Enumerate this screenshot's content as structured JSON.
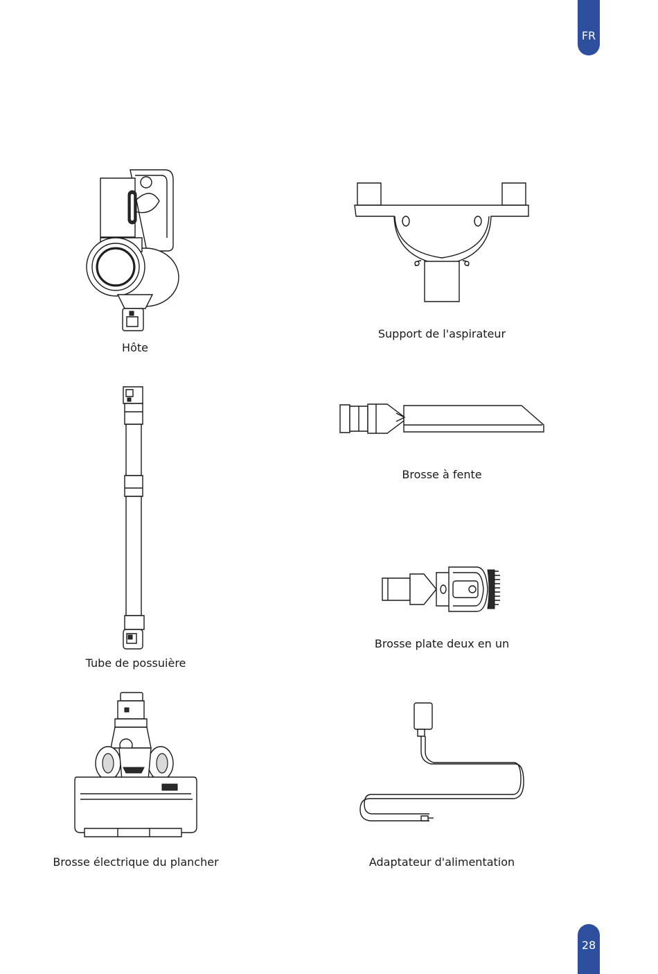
{
  "header": {
    "lang_tab": "FR"
  },
  "footer": {
    "page_number": "28"
  },
  "items": [
    {
      "key": "host",
      "label": "Hôte",
      "icon": "vacuum-host-icon"
    },
    {
      "key": "bracket",
      "label": "Support de l'aspirateur",
      "icon": "wall-bracket-icon"
    },
    {
      "key": "tube",
      "label": "Tube de possuière",
      "icon": "extension-tube-icon"
    },
    {
      "key": "crevice",
      "label": "Brosse à fente",
      "icon": "crevice-tool-icon"
    },
    {
      "key": "twoinone",
      "label": "Brosse plate deux en un",
      "icon": "two-in-one-brush-icon"
    },
    {
      "key": "floor",
      "label": "Brosse électrique du plancher",
      "icon": "floor-brush-icon"
    },
    {
      "key": "adapter",
      "label": "Adaptateur d'alimentation",
      "icon": "power-adapter-icon"
    }
  ],
  "colors": {
    "tab_blue": "#2d4f9e",
    "line": "#1a1a1a"
  }
}
